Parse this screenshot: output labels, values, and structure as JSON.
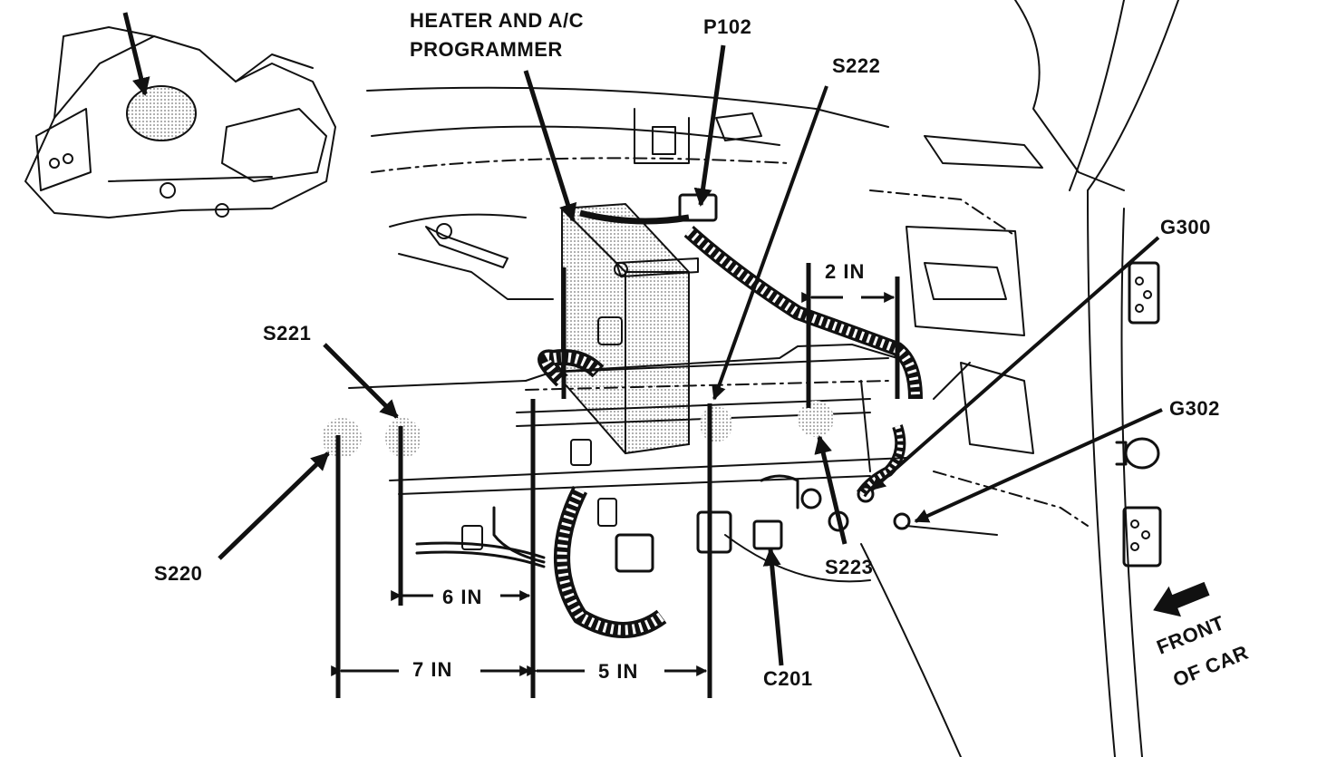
{
  "labels": {
    "heater_line1": "HEATER AND A/C",
    "heater_line2": "PROGRAMMER",
    "p102": "P102",
    "s222": "S222",
    "g300": "G300",
    "g302": "G302",
    "s221": "S221",
    "s220": "S220",
    "s223": "S223",
    "c201": "C201",
    "front_line1": "FRONT",
    "front_line2": "OF CAR"
  },
  "dimensions": {
    "d2in": "2 IN",
    "d6in": "6 IN",
    "d7in": "7 IN",
    "d5in": "5 IN"
  }
}
